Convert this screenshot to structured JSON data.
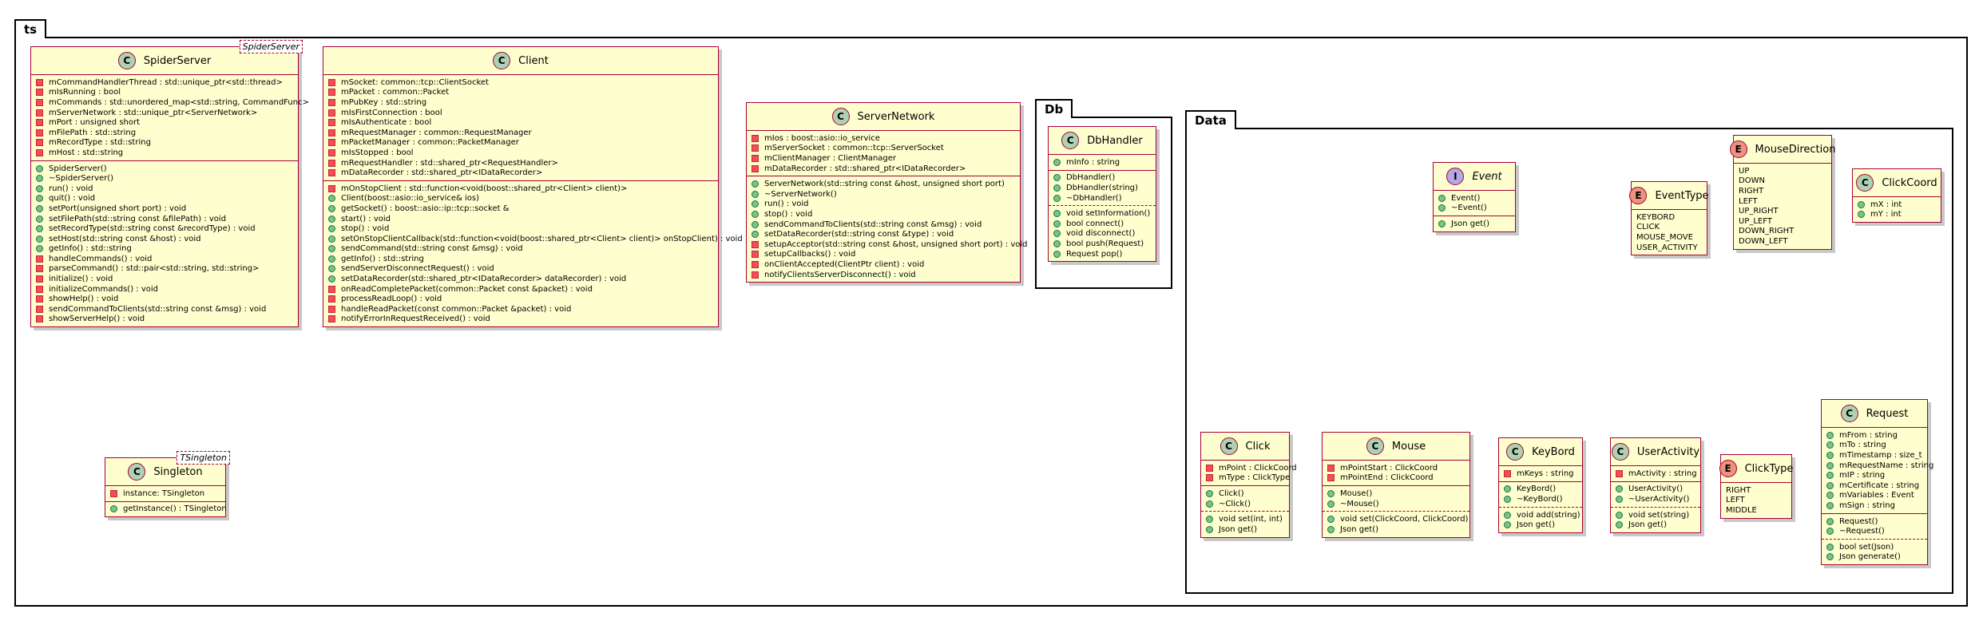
{
  "packages": {
    "root": "ts",
    "db": "Db",
    "data": "Data"
  },
  "classes": {
    "spider": {
      "name": "SpiderServer",
      "stereo": "SpiderServer",
      "fields": [
        {
          "v": "priv",
          "t": "mCommandHandlerThread : std::unique_ptr<std::thread>"
        },
        {
          "v": "priv",
          "t": "mIsRunning : bool"
        },
        {
          "v": "priv",
          "t": "mCommands : std::unordered_map<std::string, CommandFunc>"
        },
        {
          "v": "priv",
          "t": "mServerNetwork : std::unique_ptr<ServerNetwork>"
        },
        {
          "v": "priv",
          "t": "mPort : unsigned short"
        },
        {
          "v": "priv",
          "t": "mFilePath : std::string"
        },
        {
          "v": "priv",
          "t": "mRecordType : std::string"
        },
        {
          "v": "priv",
          "t": "mHost : std::string"
        }
      ],
      "methods": [
        {
          "v": "pub",
          "t": "SpiderServer()"
        },
        {
          "v": "pub",
          "t": "~SpiderServer()"
        },
        {
          "v": "pub",
          "t": "run() : void"
        },
        {
          "v": "pub",
          "t": "quit() : void"
        },
        {
          "v": "pub",
          "t": "setPort(unsigned short port) : void"
        },
        {
          "v": "pub",
          "t": "setFilePath(std::string const &filePath) : void"
        },
        {
          "v": "pub",
          "t": "setRecordType(std::string const &recordType) : void"
        },
        {
          "v": "pub",
          "t": "setHost(std::string const &host) : void"
        },
        {
          "v": "pub",
          "t": "getInfo() : std::string"
        },
        {
          "v": "priv",
          "t": "handleCommands() : void"
        },
        {
          "v": "priv",
          "t": "parseCommand() : std::pair<std::string, std::string>"
        },
        {
          "v": "priv",
          "t": "initialize() : void"
        },
        {
          "v": "priv",
          "t": "initializeCommands() : void"
        },
        {
          "v": "priv",
          "t": "showHelp() : void"
        },
        {
          "v": "priv",
          "t": "sendCommandToClients(std::string const &msg) : void"
        },
        {
          "v": "priv",
          "t": "showServerHelp() : void"
        }
      ]
    },
    "singleton": {
      "name": "Singleton",
      "stereo": "TSingleton",
      "fields": [
        {
          "v": "priv",
          "t": "instance: TSingleton"
        }
      ],
      "methods": [
        {
          "v": "pub",
          "t": "getInstance() : TSingleton"
        }
      ]
    },
    "client": {
      "name": "Client",
      "fields": [
        {
          "v": "priv",
          "t": "mSocket: common::tcp::ClientSocket"
        },
        {
          "v": "priv",
          "t": "mPacket : common::Packet"
        },
        {
          "v": "priv",
          "t": "mPubKey : std::string"
        },
        {
          "v": "priv",
          "t": "mIsFirstConnection : bool"
        },
        {
          "v": "priv",
          "t": "mIsAuthenticate : bool"
        },
        {
          "v": "priv",
          "t": "mRequestManager : common::RequestManager"
        },
        {
          "v": "priv",
          "t": "mPacketManager : common::PacketManager"
        },
        {
          "v": "priv",
          "t": "mIsStopped : bool"
        },
        {
          "v": "priv",
          "t": "mRequestHandler : std::shared_ptr<RequestHandler>"
        },
        {
          "v": "priv",
          "t": "mDataRecorder : std::shared_ptr<IDataRecorder>"
        }
      ],
      "methods": [
        {
          "v": "priv",
          "t": "mOnStopClient : std::function<void(boost::shared_ptr<Client> client)>"
        },
        {
          "v": "pub",
          "t": "Client(boost::asio::io_service& ios)"
        },
        {
          "v": "pub",
          "t": "getSocket() : boost::asio::ip::tcp::socket &"
        },
        {
          "v": "pub",
          "t": "start() : void"
        },
        {
          "v": "pub",
          "t": "stop() : void"
        },
        {
          "v": "pub",
          "t": "setOnStopClientCallback(std::function<void(boost::shared_ptr<Client> client)> onStopClient) : void"
        },
        {
          "v": "pub",
          "t": "sendCommand(std::string const &msg) : void"
        },
        {
          "v": "pub",
          "t": "getInfo() : std::string"
        },
        {
          "v": "pub",
          "t": "sendServerDisconnectRequest() : void"
        },
        {
          "v": "pub",
          "t": "setDataRecorder(std::shared_ptr<IDataRecorder> dataRecorder) : void"
        },
        {
          "v": "priv",
          "t": "onReadCompletePacket(common::Packet const &packet) : void"
        },
        {
          "v": "priv",
          "t": "processReadLoop() : void"
        },
        {
          "v": "priv",
          "t": "handleReadPacket(const common::Packet &packet) : void"
        },
        {
          "v": "priv",
          "t": "notifyErrorInRequestReceived() : void"
        }
      ]
    },
    "network": {
      "name": "ServerNetwork",
      "fields": [
        {
          "v": "priv",
          "t": "mIos : boost::asio::io_service"
        },
        {
          "v": "priv",
          "t": "mServerSocket : common::tcp::ServerSocket"
        },
        {
          "v": "priv",
          "t": "mClientManager : ClientManager"
        },
        {
          "v": "priv",
          "t": "mDataRecorder : std::shared_ptr<IDataRecorder>"
        }
      ],
      "methods": [
        {
          "v": "pub",
          "t": "ServerNetwork(std::string const &host, unsigned short port)"
        },
        {
          "v": "pub",
          "t": "~ServerNetwork()"
        },
        {
          "v": "pub",
          "t": "run() : void"
        },
        {
          "v": "pub",
          "t": "stop() : void"
        },
        {
          "v": "pub",
          "t": "sendCommandToClients(std::string const &msg) : void"
        },
        {
          "v": "pub",
          "t": "setDataRecorder(std::string const &type) : void"
        },
        {
          "v": "priv",
          "t": "setupAcceptor(std::string const &host, unsigned short port) : void"
        },
        {
          "v": "priv",
          "t": "setupCallbacks() : void"
        },
        {
          "v": "priv",
          "t": "onClientAccepted(ClientPtr client) : void"
        },
        {
          "v": "priv",
          "t": "notifyClientsServerDisconnect() : void"
        }
      ]
    },
    "dbhandler": {
      "name": "DbHandler",
      "fields": [
        {
          "v": "pub",
          "t": "mInfo : string"
        }
      ],
      "ctors": [
        {
          "v": "pub",
          "t": "DbHandler()"
        },
        {
          "v": "pub",
          "t": "DbHandler(string)"
        },
        {
          "v": "pub",
          "t": "~DbHandler()"
        }
      ],
      "methods": [
        {
          "v": "pub",
          "t": "void   setInformation()"
        },
        {
          "v": "pub",
          "t": "bool   connect()"
        },
        {
          "v": "pub",
          "t": "void   disconnect()"
        },
        {
          "v": "pub",
          "t": "bool   push(Request)"
        },
        {
          "v": "pub",
          "t": "Request pop()"
        }
      ]
    },
    "event": {
      "name": "Event",
      "ctors": [
        {
          "v": "pub",
          "t": "Event()"
        },
        {
          "v": "pub",
          "t": "~Event()"
        }
      ],
      "methods": [
        {
          "v": "pub",
          "t": "Json   get()"
        }
      ]
    },
    "eventtype": {
      "name": "EventType",
      "literals": [
        "KEYBORD",
        "CLICK",
        "MOUSE_MOVE",
        "USER_ACTIVITY"
      ]
    },
    "mousedir": {
      "name": "MouseDirection",
      "literals": [
        "UP",
        "DOWN",
        "RIGHT",
        "LEFT",
        "UP_RIGHT",
        "UP_LEFT",
        "DOWN_RIGHT",
        "DOWN_LEFT"
      ]
    },
    "clickcoord": {
      "name": "ClickCoord",
      "fields": [
        {
          "v": "pub",
          "t": "mX : int"
        },
        {
          "v": "pub",
          "t": "mY : int"
        }
      ]
    },
    "click": {
      "name": "Click",
      "fields": [
        {
          "v": "priv",
          "t": "mPoint : ClickCoord"
        },
        {
          "v": "priv",
          "t": "mType : ClickType"
        }
      ],
      "ctors": [
        {
          "v": "pub",
          "t": "Click()"
        },
        {
          "v": "pub",
          "t": "~Click()"
        }
      ],
      "methods": [
        {
          "v": "pub",
          "t": "void   set(int, int)"
        },
        {
          "v": "pub",
          "t": "Json   get()"
        }
      ]
    },
    "mouse": {
      "name": "Mouse",
      "fields": [
        {
          "v": "priv",
          "t": "mPointStart : ClickCoord"
        },
        {
          "v": "priv",
          "t": "mPointEnd : ClickCoord"
        }
      ],
      "ctors": [
        {
          "v": "pub",
          "t": "Mouse()"
        },
        {
          "v": "pub",
          "t": "~Mouse()"
        }
      ],
      "methods": [
        {
          "v": "pub",
          "t": "void   set(ClickCoord, ClickCoord)"
        },
        {
          "v": "pub",
          "t": "Json   get()"
        }
      ]
    },
    "keybord": {
      "name": "KeyBord",
      "fields": [
        {
          "v": "priv",
          "t": "mKeys : string"
        }
      ],
      "ctors": [
        {
          "v": "pub",
          "t": "KeyBord()"
        },
        {
          "v": "pub",
          "t": "~KeyBord()"
        }
      ],
      "methods": [
        {
          "v": "pub",
          "t": "void   add(string)"
        },
        {
          "v": "pub",
          "t": "Json   get()"
        }
      ]
    },
    "useractivity": {
      "name": "UserActivity",
      "fields": [
        {
          "v": "priv",
          "t": "mActivity : string"
        }
      ],
      "ctors": [
        {
          "v": "pub",
          "t": "UserActivity()"
        },
        {
          "v": "pub",
          "t": "~UserActivity()"
        }
      ],
      "methods": [
        {
          "v": "pub",
          "t": "void   set(string)"
        },
        {
          "v": "pub",
          "t": "Json   get()"
        }
      ]
    },
    "clicktype": {
      "name": "ClickType",
      "literals": [
        "RIGHT",
        "LEFT",
        "MIDDLE"
      ]
    },
    "request": {
      "name": "Request",
      "fields": [
        {
          "v": "pub",
          "t": "mFrom : string"
        },
        {
          "v": "pub",
          "t": "mTo : string"
        },
        {
          "v": "pub",
          "t": "mTimestamp : size_t"
        },
        {
          "v": "pub",
          "t": "mRequestName : string"
        },
        {
          "v": "pub",
          "t": "mIP : string"
        },
        {
          "v": "pub",
          "t": "mCertificate : string"
        },
        {
          "v": "pub",
          "t": "mVariables : Event"
        },
        {
          "v": "pub",
          "t": "mSign : string"
        }
      ],
      "ctors": [
        {
          "v": "pub",
          "t": "Request()"
        },
        {
          "v": "pub",
          "t": "~Request()"
        }
      ],
      "methods": [
        {
          "v": "pub",
          "t": "bool   set(Json)"
        },
        {
          "v": "pub",
          "t": "Json   generate()"
        }
      ]
    }
  }
}
